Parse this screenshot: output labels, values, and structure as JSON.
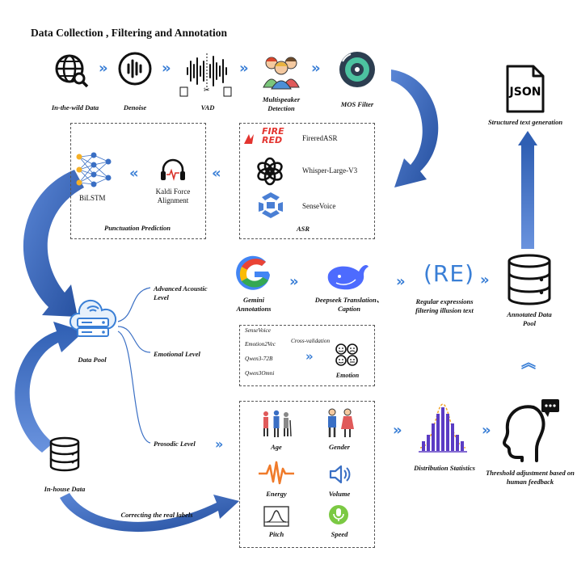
{
  "title": "Data Collection , Filtering and Annotation",
  "pipeline": {
    "in_the_wild": "In-the-wild Data",
    "denoise": "Denoise",
    "vad": "VAD",
    "multispeaker": "Multispeaker Detection",
    "mos_filter": "MOS Filter"
  },
  "asr": {
    "title": "ASR",
    "fire_logo_line1": "FIRE",
    "fire_logo_line2": "RED",
    "items": [
      "FireredASR",
      "Whisper-Large-V3",
      "SenseVoice"
    ]
  },
  "punctuation": {
    "title": "Punctuation Prediction",
    "bilstm": "BiLSTM",
    "kaldi": "Kaldi Force Alignment"
  },
  "data_pool": "Data Pool",
  "in_house": "In-house Data",
  "correcting": "Correcting the real labels",
  "levels": {
    "advanced": "Advanced Acoustic Level",
    "emotional": "Emotional Level",
    "prosodic": "Prosodic Level"
  },
  "gemini": "Gemini Annotations",
  "deepseek": "Deepseek Translation、Caption",
  "regex_logo": "(RE)",
  "regex": "Regular expressions filtering illusion text",
  "annotated_pool": "Annotated Data Pool",
  "structured": "Structured text generation",
  "json_icon_text": "JSON",
  "emotion_box": {
    "models": [
      "SenseVoice",
      "Emotion2Vec",
      "Qwen3-72B",
      "Qwen3Omni"
    ],
    "cross_validation": "Cross-validation",
    "emotion": "Emotion"
  },
  "prosodic_items": [
    "Age",
    "Gender",
    "Energy",
    "Volume",
    "Pitch",
    "Speed"
  ],
  "distribution": "Distribution Statistics",
  "threshold": "Threshold adjustment based on human feedback",
  "colors": {
    "accent": "#3a6fc4",
    "arrow_blue": "#2f5fb3",
    "chevron": "#3a7fd6"
  }
}
